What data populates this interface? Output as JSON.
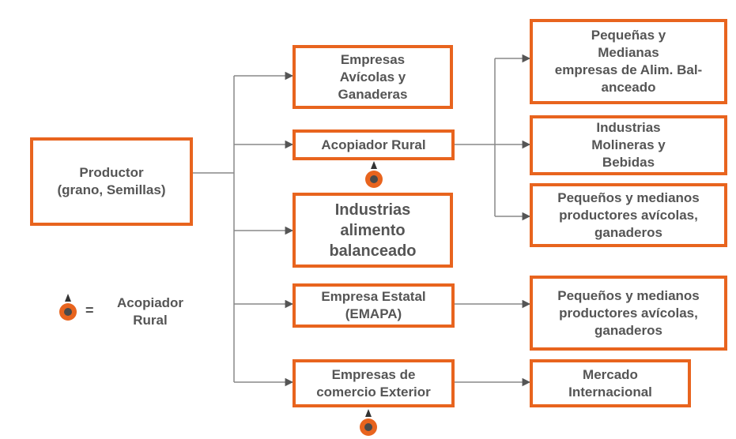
{
  "colors": {
    "accent": "#e8641e",
    "text": "#555555",
    "line": "#666666",
    "marker_core": "#4a4a4a"
  },
  "nodes": {
    "productor": "Productor\n(grano, Semillas)",
    "avicolas": "Empresas\nAvícolas y\nGanaderas",
    "acopiador": "Acopiador Rural",
    "industrias_alimento": "Industrias\nalimento\nbalanceado",
    "estatal": "Empresa Estatal\n(EMAPA)",
    "comercio_exterior": "Empresas de\ncomercio Exterior",
    "pequenas_medianas": "Pequeñas y\nMedianas\nempresas de Alim. Bal-\nanceado",
    "molineras": "Industrias\nMolineras y\nBebidas",
    "productores_avicolas_1": "Pequeños y medianos\nproductores avícolas,\nganaderos",
    "productores_avicolas_2": "Pequeños y medianos\nproductores avícolas,\nganaderos",
    "mercado": "Mercado\nInternacional"
  },
  "legend": {
    "equals": "=",
    "label": "Acopiador\nRural",
    "marker_icon": "acopiador-marker-icon"
  }
}
